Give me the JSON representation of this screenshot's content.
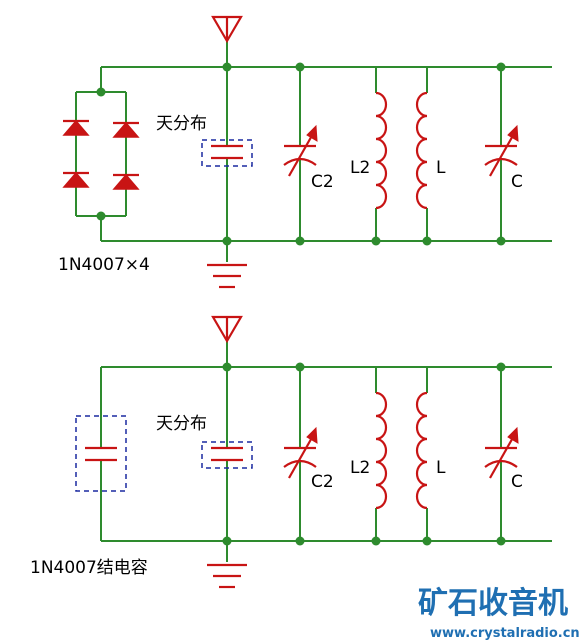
{
  "circuits": [
    {
      "distributed_label": "天分布",
      "c2_label": "C2",
      "l2_label": "L2",
      "l_label": "L",
      "c_label": "C",
      "note_label": "1N4007×4"
    },
    {
      "distributed_label": "天分布",
      "c2_label": "C2",
      "l2_label": "L2",
      "l_label": "L",
      "c_label": "C",
      "note_label": "1N4007结电容"
    }
  ],
  "watermark": {
    "title": "矿石收音机",
    "url": "www.crystalradio.cn"
  },
  "colors": {
    "wire": "#2e8b2e",
    "component": "#c81414",
    "dashed_box": "#1a2aa0",
    "watermark": "#1f6fb2"
  }
}
